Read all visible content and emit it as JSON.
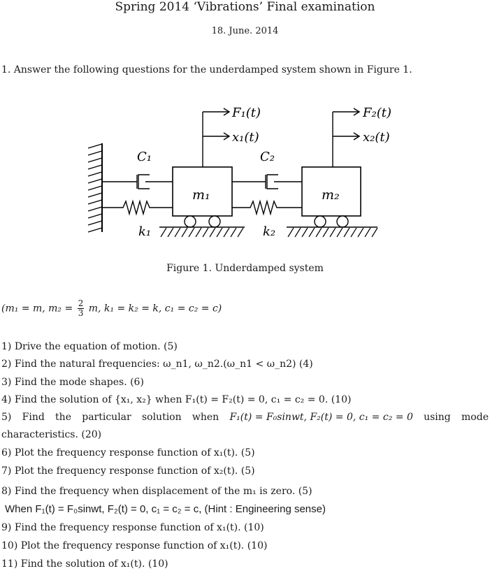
{
  "header": {
    "title": "Spring 2014 ‘Vibrations’ Final examination",
    "date": "18. June. 2014"
  },
  "question": {
    "text": "1. Answer the following questions for the underdamped system shown in Figure 1."
  },
  "figure": {
    "labels": {
      "F1": "F₁(t)",
      "x1": "x₁(t)",
      "F2": "F₂(t)",
      "x2": "x₂(t)",
      "C1": "C₁",
      "C2": "C₂",
      "m1": "m₁",
      "m2": "m₂",
      "k1": "k₁",
      "k2": "k₂"
    },
    "caption": "Figure 1. Underdamped system"
  },
  "params": {
    "before": "(m₁ = m, m₂ =",
    "frac_num": "2",
    "frac_den": "3",
    "after": "m, k₁ = k₂ = k, c₁ = c₂ = c)"
  },
  "items": {
    "i1": "1) Drive the equation of motion. (5)",
    "i2": "2) Find the natural frequencies: ω_n1, ω_n2.(ω_n1 < ω_n2) (4)",
    "i3": "3) Find the mode shapes. (6)",
    "i4": "4) Find the solution of {x₁, x₂} when F₁(t) = F₂(t) = 0, c₁ = c₂ = 0. (10)",
    "i5_words": [
      "5)",
      "Find",
      "the",
      "particular",
      "solution",
      "when",
      "F₁(t) = F₀sinwt, F₂(t) = 0, c₁ = c₂ = 0",
      "using",
      "mode"
    ],
    "i5_cont": "characteristics. (20)",
    "i6": "6) Plot the frequency response function of x₁(t). (5)",
    "i7": "7) Plot the frequency response function of x₂(t). (5)",
    "i8": "8) Find the frequency when displacement of the m₁ is zero. (5)",
    "when": "When F₁(t) = F₀sinwt, F₂(t) = 0, c₁ = c₂ = c, (Hint : Engineering sense)",
    "i9": "9) Find the frequency response function of x₁(t). (10)",
    "i10": "10) Plot the frequency response function of x₁(t). (10)",
    "i11": "11) Find the solution of x₁(t). (10)"
  }
}
